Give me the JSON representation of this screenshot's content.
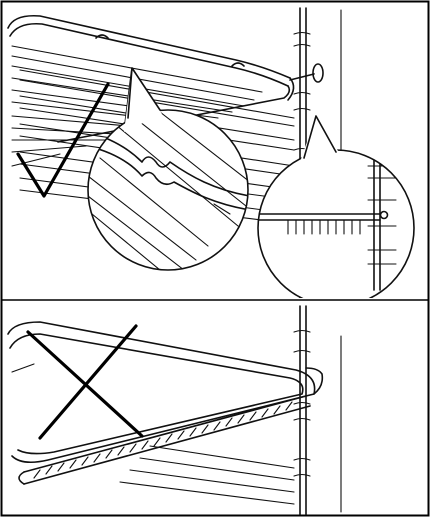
{
  "figure": {
    "panels": [
      {
        "id": "top",
        "verdict": "correct",
        "verdict_icon": "checkmark-icon",
        "callouts": [
          "rack-notch-detail",
          "rack-stop-side-detail"
        ]
      },
      {
        "id": "bottom",
        "verdict": "incorrect",
        "verdict_icon": "cross-icon"
      }
    ],
    "colors": {
      "line": "#111111",
      "background": "#ffffff",
      "frame": "#000000"
    }
  }
}
